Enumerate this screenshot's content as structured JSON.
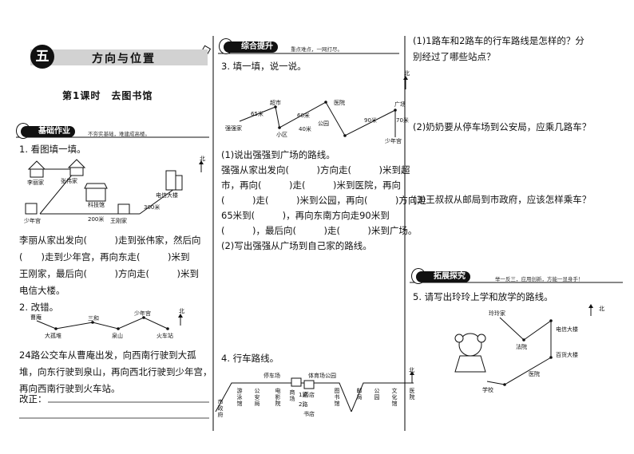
{
  "chapter": {
    "badge": "五",
    "title": "方向与位置"
  },
  "lesson_title": "第1课时　去图书馆",
  "section_basic": {
    "label": "基础作业",
    "subtitle": "不夯实基础，难建成高楼。"
  },
  "section_advanced": {
    "label": "综合提升",
    "subtitle": "重点难点，一网打尽。"
  },
  "section_extend": {
    "label": "拓展探究",
    "subtitle": "举一反三，应用创新，方能一显身手！"
  },
  "q1": {
    "title": "1. 看图填一填。",
    "map": {
      "north": "北",
      "libaijia": "李丽家",
      "zhangweijia": "张伟家",
      "kejiguan": "科技馆",
      "shaoniangong": "少年宫",
      "wanggangjia": "王刚家",
      "dianxindalou": "电信大楼",
      "d200": "200米",
      "d300": "300米"
    },
    "lines": [
      "李丽从家出发向(　　　)走到张伟家，然后向",
      "(　　)走到少年宫，再向东走(　　　)米到",
      "王刚家，最后向(　　　)方向走(　　　)米到",
      "电信大楼。"
    ]
  },
  "q2": {
    "title": "2. 改错。",
    "map": {
      "north": "北",
      "caoan": "曹庵",
      "dagudui": "大孤堆",
      "sanhe": "三和",
      "quanshan": "泉山",
      "shaoniangong": "少年宫",
      "huochezhan": "火车站"
    },
    "lines": [
      "24路公交车从曹庵出发，向西南行驶到大孤",
      "堆，向东行驶到泉山，再向西北行驶到少年宫，",
      "再向西南行驶到火车站。"
    ],
    "correction": "改正："
  },
  "q3": {
    "title": "3. 填一填，说一说。",
    "map": {
      "north": "北",
      "chaoshi": "超市",
      "yiyuan": "医院",
      "guangchang": "广场",
      "qiangqiangjia": "强强家",
      "xiaoqu": "小区",
      "gongyuan": "公园",
      "shaoniangong": "少年宫",
      "d65": "65米",
      "d60": "60米",
      "d40": "40米",
      "d90": "90米",
      "d70": "70米"
    },
    "part1_title": "(1)说出强强到广场的路线。",
    "lines": [
      "强强从家出发向(　　　)方向走(　　　)米到超",
      "市，再向(　　　)走(　　　)米到医院，再向",
      "(　　　)走(　　　)米到公园，再向(　　　)方向走",
      "65米到(　　　)，再向东南方向走90米到",
      "(　　　)，最后向(　　　)走(　　　)米到广场。"
    ],
    "part2_title": "(2)写出强强从广场到自己家的路线。"
  },
  "q4": {
    "title": "4. 行车路线。",
    "map": {
      "north": "北",
      "top_left": "停车场",
      "top_right": "体育场公园",
      "route1": "1路",
      "route2": "2路",
      "bottom_shop": "书店",
      "top_shop": "药店",
      "stations": [
        "市政府",
        "游泳馆",
        "公安局",
        "电影院",
        "商场",
        "图书馆",
        "邮局",
        "公园",
        "文化馆",
        "医院"
      ]
    }
  },
  "right": {
    "q4_1": [
      "(1)1路车和2路车的行车路线是怎样的？分",
      "别经过了哪些站点？"
    ],
    "q4_2": "(2)奶奶要从停车场到公安局，应乘几路车？",
    "q4_3": "(3)王叔叔从邮局到市政府，应该怎样乘车？",
    "q5": {
      "title": "5. 请写出玲玲上学和放学的路线。",
      "map": {
        "north": "北",
        "linglingjia": "玲玲家",
        "fayuan": "法院",
        "dianxindalou": "电信大楼",
        "baihuodalou": "百货大楼",
        "yiyuan": "医院",
        "xuexiao": "学校"
      }
    }
  }
}
